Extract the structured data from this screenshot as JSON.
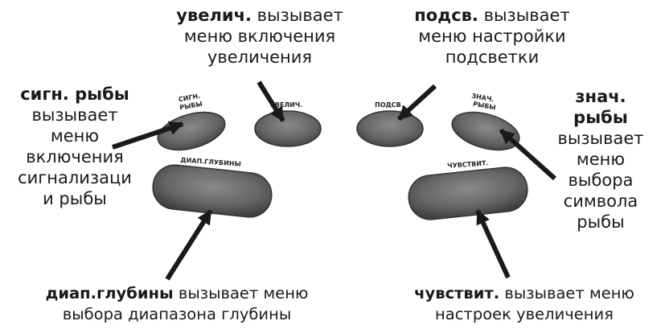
{
  "buttons": {
    "signal_fish": {
      "label_1": "СИГН.",
      "label_2": "РЫБЫ"
    },
    "zoom": {
      "label": "УВЕЛИЧ."
    },
    "backlight": {
      "label": "ПОДСВ."
    },
    "fish_symbol": {
      "label_1": "ЗНАЧ.",
      "label_2": "РЫБЫ"
    },
    "depth_range": {
      "label": "ДИАП.ГЛУБИНЫ"
    },
    "sensitivity": {
      "label": "ЧУВСТВИТ."
    }
  },
  "annotations": {
    "zoom": {
      "bold": "увелич.",
      "line1": " вызывает",
      "line2": "меню включения",
      "line3": "увеличения"
    },
    "backlight": {
      "bold": "подсв.",
      "line1": " вызывает",
      "line2": "меню настройки",
      "line3": "подсветки"
    },
    "signal_fish": {
      "bold": "сигн. рыбы",
      "line2": "вызывает",
      "line3": "меню",
      "line4": "включения",
      "line5": "сигнализаци",
      "line6": "и рыбы"
    },
    "fish_symbol": {
      "bold1": "знач.",
      "bold2": "рыбы",
      "line3": "вызывает",
      "line4": "меню",
      "line5": "выбора",
      "line6": "символа",
      "line7": "рыбы"
    },
    "depth_range": {
      "bold": "диап.глубины",
      "line1": " вызывает меню",
      "line2": "выбора диапазона глубины"
    },
    "sensitivity": {
      "bold": "чувствит.",
      "line1": " вызывает меню",
      "line2": "настроек увеличения"
    }
  }
}
